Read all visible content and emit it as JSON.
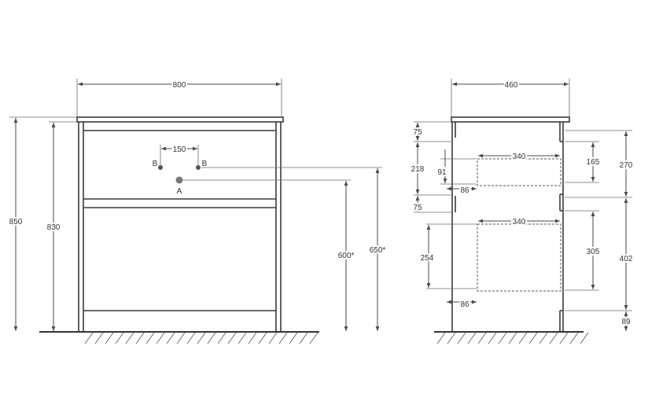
{
  "front_view": {
    "width_label": "800",
    "height_total_label": "850",
    "height_body_label": "830",
    "tap_spacing_label": "150",
    "point_b_left": "B",
    "point_b_right": "B",
    "point_a": "A",
    "height_a_label": "600*",
    "height_b_label": "650*"
  },
  "side_view": {
    "depth_label": "460",
    "left_dims": [
      "75",
      "218",
      "91",
      "86",
      "75",
      "254",
      "86"
    ],
    "drawer_width_top": "340",
    "drawer_width_bottom": "340",
    "right_dims": [
      "270",
      "165",
      "305",
      "402",
      "89"
    ]
  },
  "colors": {
    "line": "#3a3a3a",
    "background": "#ffffff"
  }
}
